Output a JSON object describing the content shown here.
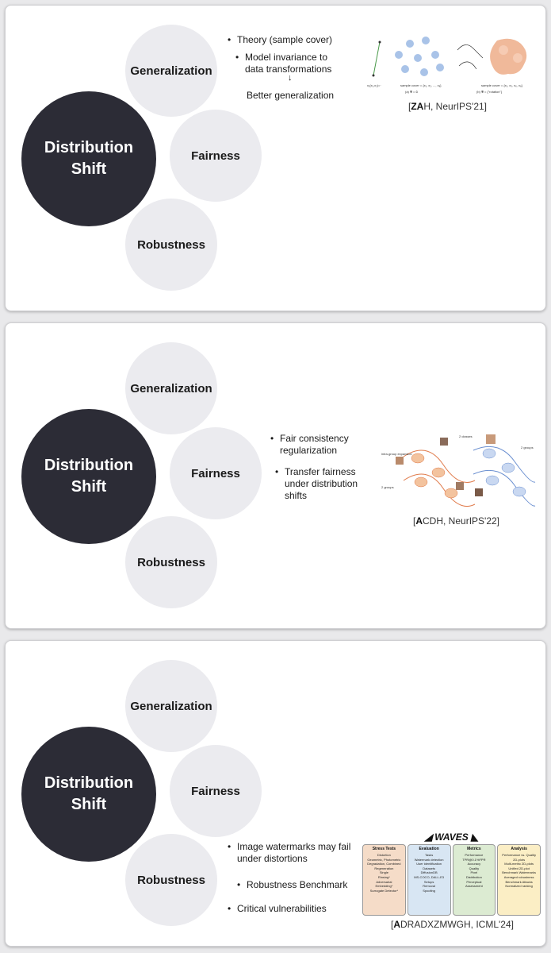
{
  "panels": [
    {
      "main": "Distribution Shift",
      "main_lines": [
        "Distribution",
        "Shift"
      ],
      "circles": [
        "Generalization",
        "Fairness",
        "Robustness"
      ],
      "bullets": [
        "Theory (sample cover)",
        "Model invariance to data transformations"
      ],
      "arrow_text": "Better  generalization",
      "figure_labels": [
        "sample cover = {x₁, x₂, ..., x₈}",
        "(a) 𝒢 = ∅",
        "sample cover = {x₁, x₃, x₆, x₈}",
        "(b) 𝒢 = {\"rotation\"}"
      ],
      "citation_bold": "ZA",
      "citation_rest": "H, NeurIPS'21]"
    },
    {
      "main": "Distribution Shift",
      "main_lines": [
        "Distribution",
        "Shift"
      ],
      "circles": [
        "Generalization",
        "Fairness",
        "Robustness"
      ],
      "bullets": [
        "Fair consistency regularization",
        "Transfer fairness under distribution shifts"
      ],
      "figure_labels": [
        "2 classes",
        "intra-group expansion",
        "2 groups",
        "2 groups"
      ],
      "citation_bold": "A",
      "citation_rest": "CDH, NeurIPS'22]"
    },
    {
      "main": "Distribution Shift",
      "main_lines": [
        "Distribution",
        "Shift"
      ],
      "circles": [
        "Generalization",
        "Fairness",
        "Robustness"
      ],
      "bullets": [
        "Image watermarks may fail under distortions",
        "Robustness Benchmark",
        "Critical vulnerabilities"
      ],
      "waves": {
        "title": "WAVES",
        "columns": [
          {
            "title": "Stress Tests",
            "lines": [
              "Distortion",
              "Geometric, Photometric",
              "Degradation, Combined",
              "Regeneration",
              "Single",
              "Rinsing*",
              "Adversarial",
              "Embedding*",
              "Surrogate Detector*"
            ],
            "color": "#f5dcc8"
          },
          {
            "title": "Evaluation",
            "lines": [
              "Tasks",
              "Watermark detection",
              "User identification",
              "Datasets",
              "DiffusionDB",
              "MS-COCO, DALL-E3",
              "Setups",
              "Removal",
              "Spoofing"
            ],
            "color": "#d8e6f3"
          },
          {
            "title": "Metrics",
            "lines": [
              "Performance",
              "TPR@0.1%FPR",
              "Accuracy",
              "Quality",
              "Pixel",
              "Distribution",
              "Perceptual",
              "Assessment"
            ],
            "color": "#dcebd2"
          },
          {
            "title": "Analysis",
            "lines": [
              "Performance vs. Quality",
              "2D-plots",
              "Multi-metric 2D-plots",
              "Unified 2D-plot",
              "Benchmark Watermarks",
              "Averaged robustness",
              "Benchmark Attacks",
              "Normalized ranking"
            ],
            "color": "#fbeec5"
          }
        ]
      },
      "citation_bold": "A",
      "citation_rest": "DRADXZMWGH, ICML'24]"
    }
  ],
  "colors": {
    "main_circle": "#2c2c36",
    "small_circle": "#ebebef",
    "panel_bg": "#ffffff",
    "page_bg": "#e9e9eb"
  }
}
